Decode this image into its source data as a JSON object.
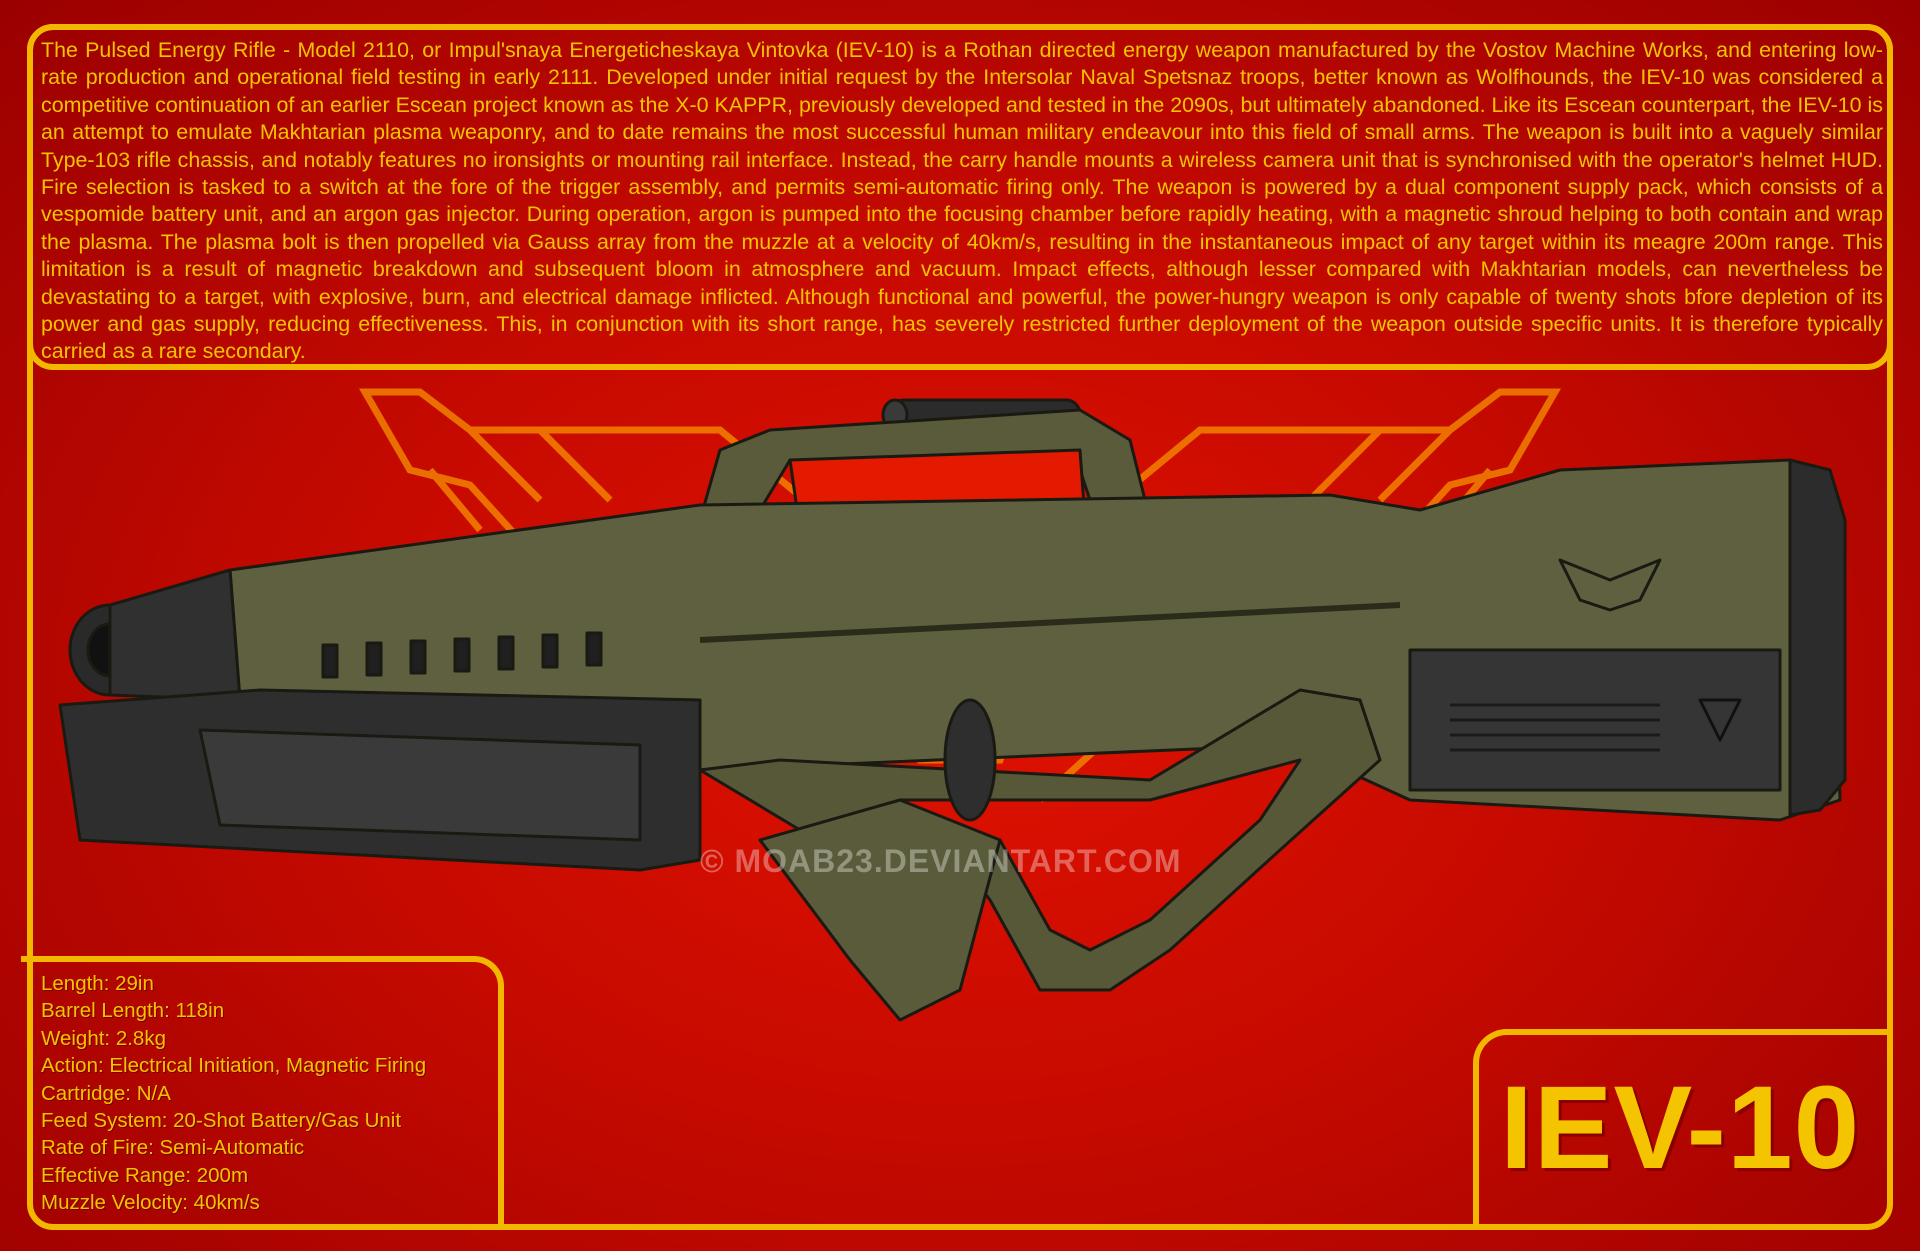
{
  "description": "The Pulsed Energy Rifle - Model 2110, or Impul'snaya Energeticheskaya Vintovka (IEV-10) is a Rothan directed energy weapon manufactured by the Vostov Machine Works, and entering low-rate production and operational field testing in early 2111. Developed under initial request by the Intersolar Naval Spetsnaz troops, better known as Wolfhounds, the IEV-10 was considered a competitive continuation of an earlier Escean project known as the X-0 KAPPR, previously developed and tested in the 2090s, but ultimately abandoned. Like its Escean counterpart, the IEV-10 is an attempt to emulate Makhtarian plasma weaponry, and to date remains the most successful human military endeavour into this field of small arms. The weapon is built into a vaguely similar Type-103 rifle chassis, and notably features no ironsights or mounting rail interface. Instead, the carry handle mounts a wireless camera unit that is synchronised with the operator's helmet HUD. Fire selection is tasked to a switch at the fore of the trigger assembly, and permits semi-automatic firing only. The weapon is powered by a dual component supply pack, which consists of a vespomide battery unit, and an argon gas injector. During operation, argon is pumped into the focusing chamber before rapidly heating, with a magnetic shroud helping to both contain and wrap the plasma. The plasma bolt is then propelled via Gauss array from the muzzle at a velocity of 40km/s, resulting in the instantaneous impact of any target within its meagre 200m range. This limitation is a result of magnetic breakdown and subsequent bloom in atmosphere and vacuum. Impact effects, although lesser compared with Makhtarian models, can nevertheless be devastating to a target, with explosive, burn, and electrical damage inflicted. Although functional and powerful, the power-hungry weapon is only capable of twenty shots bfore depletion of its power and gas supply, reducing effectiveness. This, in conjunction with its short range, has severely restricted further deployment of the weapon outside specific units. It is therefore typically carried as a rare secondary.",
  "specs": [
    "Length: 29in",
    "Barrel Length: 118in",
    "Weight: 2.8kg",
    "Action: Electrical Initiation, Magnetic Firing",
    "Cartridge: N/A",
    "Feed System: 20-Shot Battery/Gas Unit",
    "Rate of Fire: Semi-Automatic",
    "Effective Range: 200m",
    "Muzzle Velocity: 40km/s"
  ],
  "title": "IEV-10",
  "watermark": "© MOAB23.DEVIANTART.COM",
  "colors": {
    "background": "#d40c00",
    "border": "#f2b800",
    "text": "#f5c400",
    "rifle_body": "#5a5b3a",
    "rifle_dark": "#2e2e2e"
  }
}
